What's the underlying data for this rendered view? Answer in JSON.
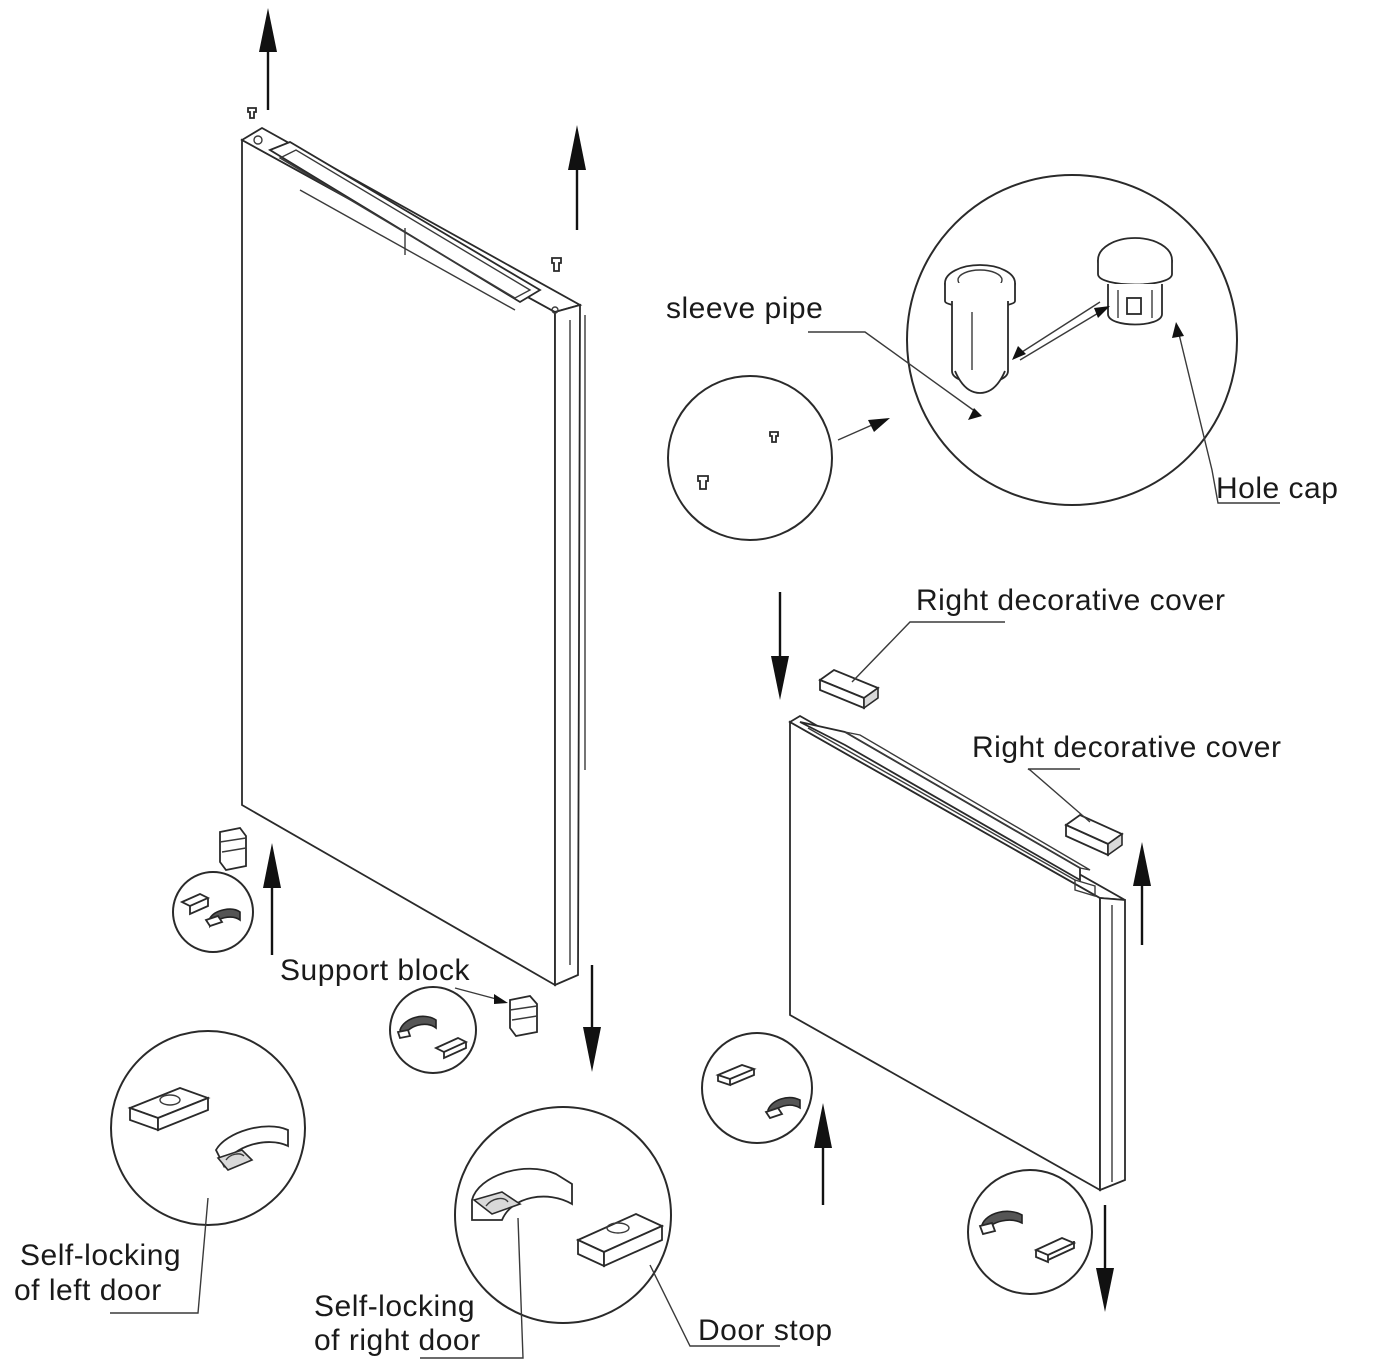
{
  "labels": {
    "sleeve_pipe": "sleeve pipe",
    "hole_cap": "Hole cap",
    "right_decorative_cover_top": "Right decorative cover",
    "right_decorative_cover_side": "Right decorative cover",
    "support_block": "Support block",
    "self_locking_left_line1": "Self-locking",
    "self_locking_left_line2": "of left door",
    "self_locking_right_line1": "Self-locking",
    "self_locking_right_line2": "of right door",
    "door_stop": "Door stop"
  }
}
